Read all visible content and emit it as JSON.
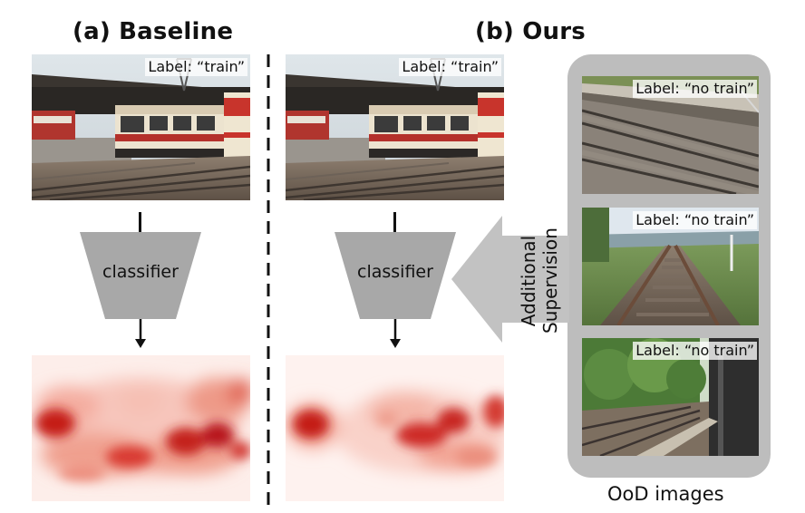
{
  "panel_a": {
    "title": "(a) Baseline",
    "image_label": "Label: “train”",
    "classifier_label": "classifier"
  },
  "panel_b": {
    "title": "(b) Ours",
    "image_label": "Label: “train”",
    "classifier_label": "classifier",
    "supervision_line1": "Additional",
    "supervision_line2": "Supervision"
  },
  "ood": {
    "caption": "OoD images",
    "labels": [
      "Label: “no train”",
      "Label: “no train”",
      "Label: “no train”"
    ]
  },
  "colors": {
    "classifier_fill": "#a8a8a8",
    "panel_bg": "#bdbdbd",
    "arrow_fill": "#c2c2c2",
    "heat_color": "#d0201c"
  }
}
